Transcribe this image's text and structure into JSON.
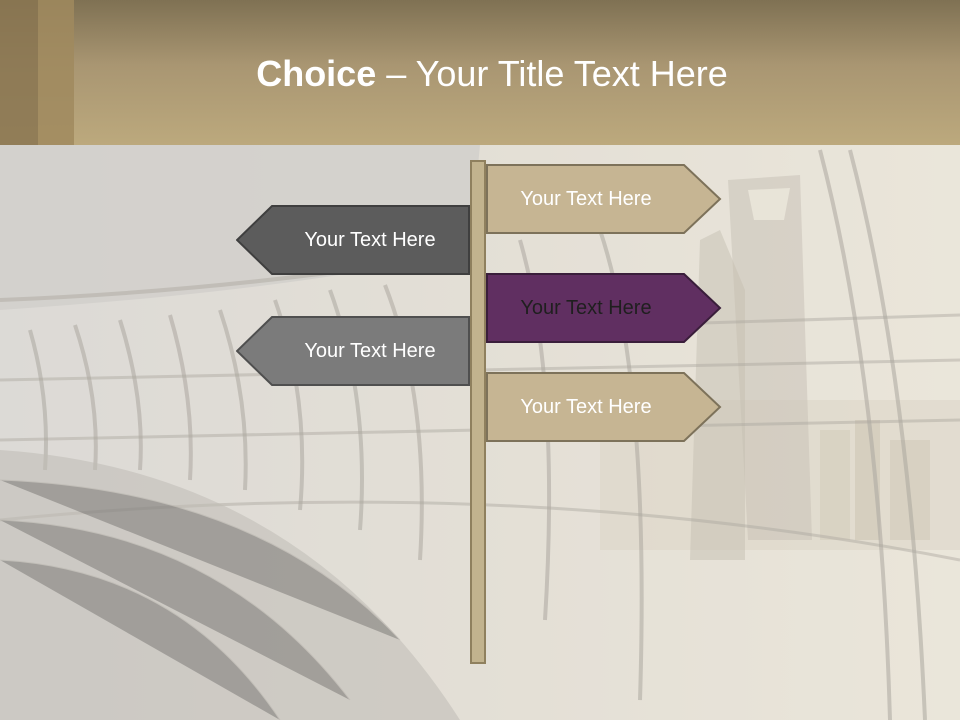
{
  "slide": {
    "title_bold": "Choice",
    "title_rest": " – Your Title Text Here"
  },
  "signs": {
    "right_top": {
      "label": "Your Text Here",
      "fill": "#c6b593",
      "text_color": "#ffffff"
    },
    "left_top": {
      "label": "Your Text Here",
      "fill": "#5c5c5c",
      "text_color": "#ffffff"
    },
    "right_middle": {
      "label": "Your Text Here",
      "fill": "#602f61",
      "text_color": "#1f1f1f"
    },
    "left_bottom": {
      "label": "Your Text Here",
      "fill": "#7b7b7b",
      "text_color": "#ffffff"
    },
    "right_bottom": {
      "label": "Your Text Here",
      "fill": "#c6b593",
      "text_color": "#ffffff"
    }
  },
  "colors": {
    "header": "#b09c72",
    "post": "#c2b38e"
  }
}
